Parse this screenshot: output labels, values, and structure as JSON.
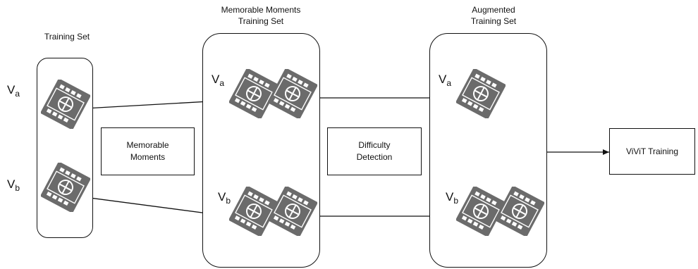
{
  "stages": {
    "training_set": {
      "title": "Training Set"
    },
    "memorable_set": {
      "title_line1": "Memorable Moments",
      "title_line2": "Training Set"
    },
    "augmented_set": {
      "title_line1": "Augmented",
      "title_line2": "Training Set"
    }
  },
  "process_boxes": {
    "memorable_moments": {
      "line1": "Memorable",
      "line2": "Moments"
    },
    "difficulty_detection": {
      "line1": "Difficulty",
      "line2": "Detection"
    },
    "vivit_training": {
      "label": "ViViT Training"
    }
  },
  "video_labels": {
    "a": {
      "base": "V",
      "sub": "a"
    },
    "b": {
      "base": "V",
      "sub": "b"
    }
  },
  "icons": {
    "video": "film-reel-icon"
  },
  "colors": {
    "icon": "#6b6b6b",
    "stroke": "#111111"
  }
}
